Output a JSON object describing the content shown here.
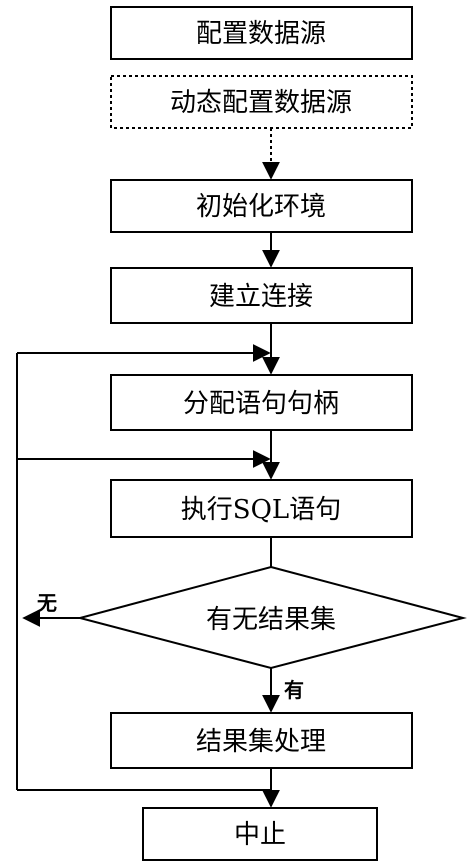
{
  "flowchart": {
    "nodes": {
      "configure_source": "配置数据源",
      "dynamic_configure": "动态配置数据源",
      "init_env": "初始化环境",
      "connect": "建立连接",
      "alloc_handle": "分配语句句柄",
      "exec_sql": "执行SQL语句",
      "has_result": "有无结果集",
      "process_result": "结果集处理",
      "stop": "中止"
    },
    "edge_labels": {
      "no": "无",
      "yes": "有"
    }
  }
}
